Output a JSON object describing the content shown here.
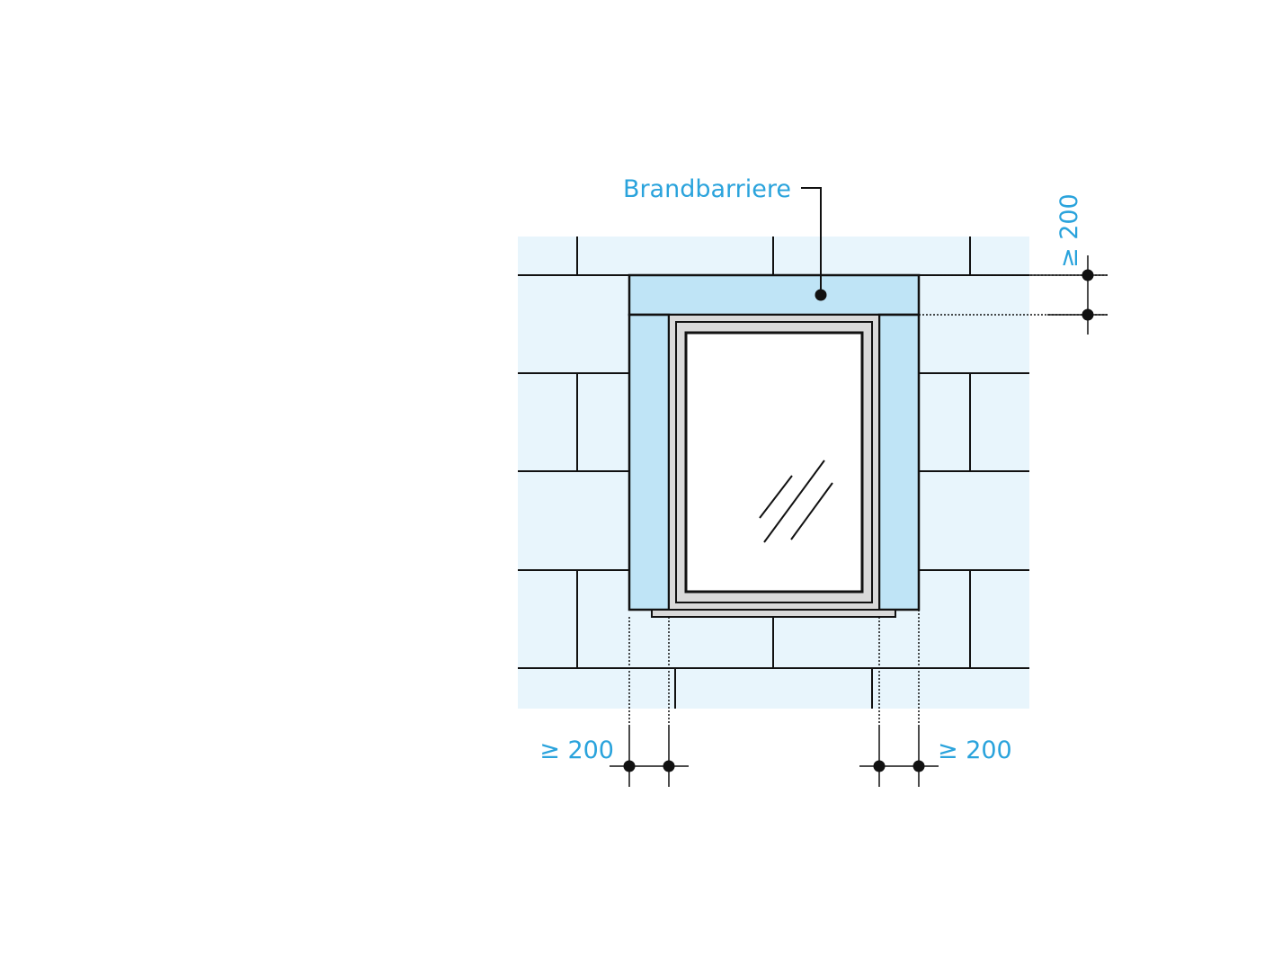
{
  "callout": {
    "label": "Brandbarriere"
  },
  "dimensions": {
    "top_right": "≥ 200",
    "bottom_left": "≥ 200",
    "bottom_right": "≥ 200"
  },
  "colors": {
    "wall_fill": "#e8f5fc",
    "barrier_fill": "#bfe4f6",
    "frame_fill": "#d9d9d9",
    "line": "#111111",
    "label": "#2aa3dc"
  }
}
